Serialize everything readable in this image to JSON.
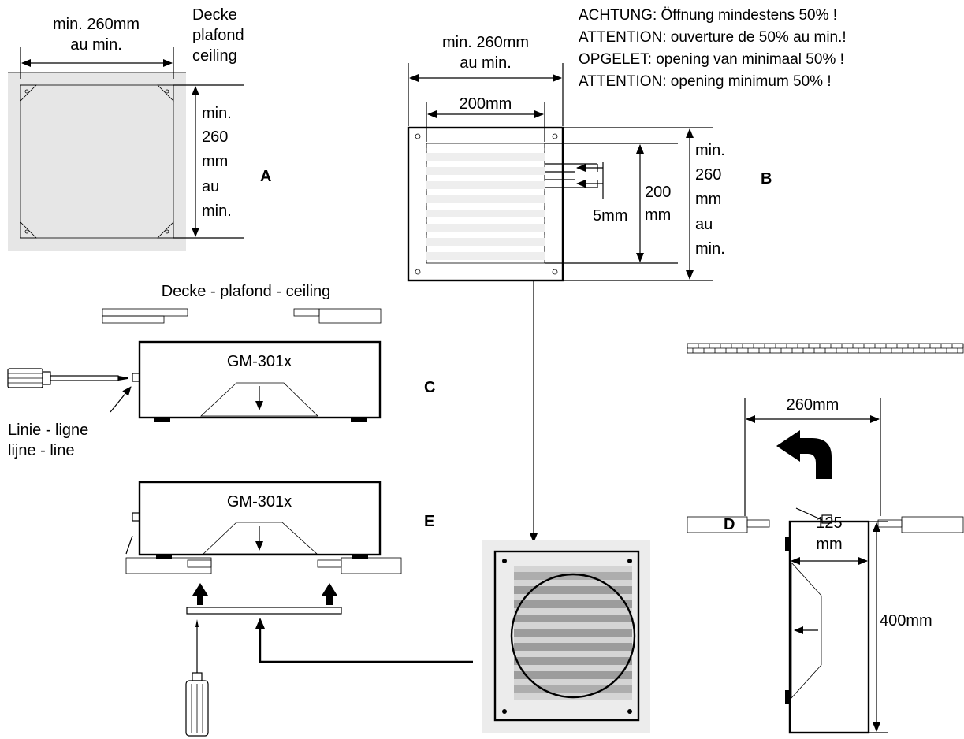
{
  "panel_a": {
    "label": "A",
    "width_top": "min. 260mm",
    "width_bottom": "au min.",
    "ceiling_1": "Decke",
    "ceiling_2": "plafond",
    "ceiling_3": "ceiling",
    "height_1": "min.",
    "height_2": "260",
    "height_3": "mm",
    "height_4": "au",
    "height_5": "min."
  },
  "panel_b": {
    "label": "B",
    "outer_width_top": "min. 260mm",
    "outer_width_bottom": "au min.",
    "inner_width": "200mm",
    "slot_gap": "5mm",
    "inner_height_1": "200",
    "inner_height_2": "mm",
    "outer_height_1": "min.",
    "outer_height_2": "260",
    "outer_height_3": "mm",
    "outer_height_4": "au",
    "outer_height_5": "min.",
    "notes": [
      "ACHTUNG: Öffnung mindestens 50% !",
      "ATTENTION: ouverture de 50% au min.!",
      "OPGELET: opening van minimaal 50% !",
      "ATTENTION: opening minimum 50% !"
    ]
  },
  "panel_c": {
    "label": "C",
    "ceiling": "Decke - plafond - ceiling",
    "device": "GM-301x",
    "line_1": "Linie - ligne",
    "line_2": "lijne   - line"
  },
  "panel_e": {
    "label": "E",
    "device": "GM-301x"
  },
  "panel_d": {
    "label": "D",
    "width": "260mm",
    "depth_1": "125",
    "depth_2": "mm",
    "height": "400mm"
  }
}
